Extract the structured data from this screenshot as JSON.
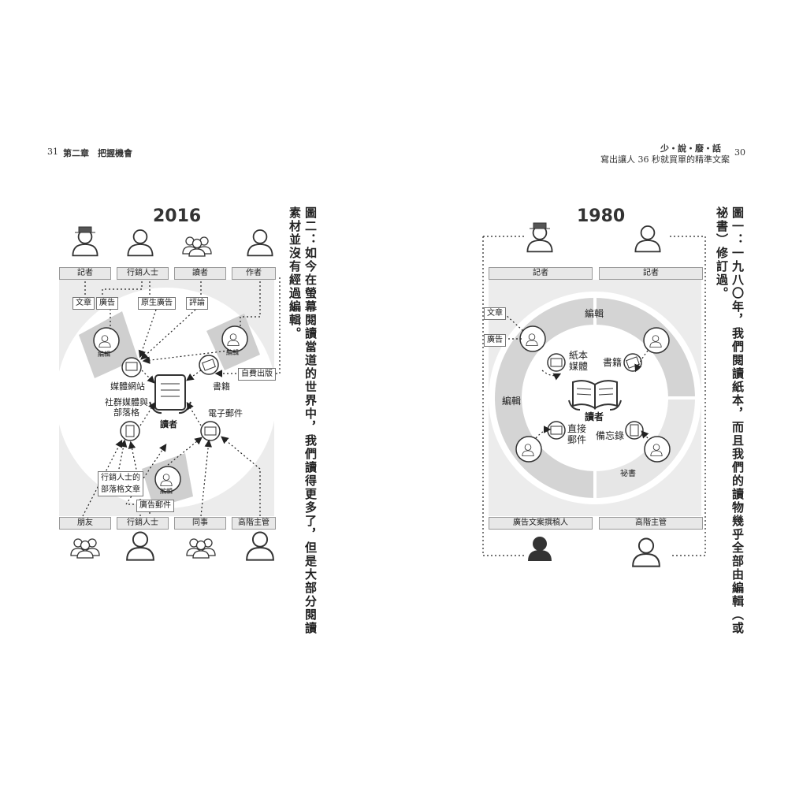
{
  "header": {
    "left_page_number": "31",
    "left_chapter": "第二章　把握機會",
    "right_title": "少・說・廢・話",
    "right_subtitle": "寫出讓人 36 秒就買單的精準文案",
    "right_page_number": "30"
  },
  "captions": {
    "figure2": "圖二：如今在螢幕閱讀當道的世界中，我們讀得更多了，但是大部分閱讀素材並沒有經過編輯。",
    "figure1": "圖一：一九八〇年，我們閱讀紙本，而且我們的讀物幾乎全部由編輯（或祕書）修訂過。"
  },
  "diagram2016": {
    "year": "2016",
    "top_roles": [
      "記者",
      "行銷人士",
      "讀者",
      "作者"
    ],
    "bottom_roles": [
      "朋友",
      "行銷人士",
      "同事",
      "高階主管"
    ],
    "tags": {
      "article": "文章",
      "ad": "廣告",
      "native_ad": "原生廣告",
      "review": "評論",
      "self_publish": "自費出版",
      "marketer_blog": "行銷人士的\n部落格文章",
      "ad_email": "廣告郵件"
    },
    "nodes": {
      "editor_left": "編輯",
      "editor_right": "編輯",
      "editor_bottom": "編輯",
      "media_site": "媒體網站",
      "books": "書籍",
      "social_media": "社群媒體與\n部落格",
      "reader": "讀者",
      "email": "電子郵件"
    }
  },
  "diagram1980": {
    "year": "1980",
    "top_roles": [
      "記者",
      "記者"
    ],
    "bottom_roles": [
      "廣告文案撰稿人",
      "高階主管"
    ],
    "tags": {
      "article": "文章",
      "ad": "廣告"
    },
    "ring_labels": {
      "editor_top": "編輯",
      "editor_left": "編輯",
      "secretary": "祕書"
    },
    "nodes": {
      "print_media": "紙本\n媒體",
      "books": "書籍",
      "reader": "讀者",
      "direct_mail": "直接\n郵件",
      "memo": "備忘錄"
    }
  }
}
